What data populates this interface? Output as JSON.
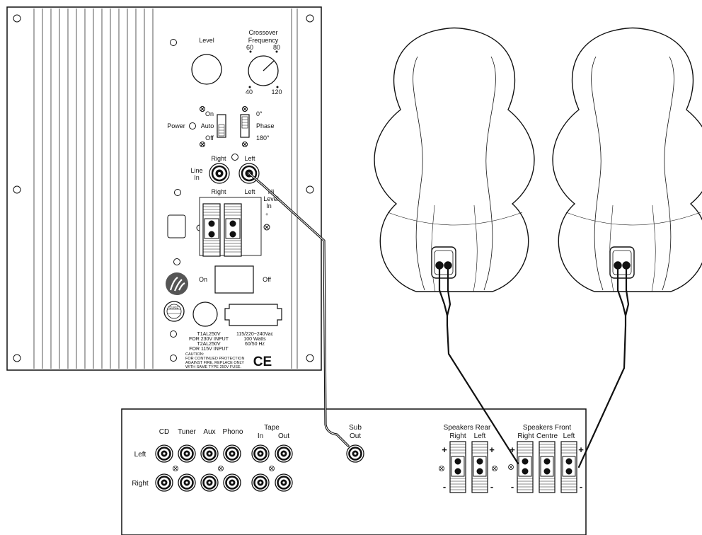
{
  "subwoofer_panel": {
    "level_label": "Level",
    "crossover_label_1": "Crossover",
    "crossover_label_2": "Frequency",
    "crossover_ticks": [
      "60",
      "80",
      "40",
      "120"
    ],
    "power_label": "Power",
    "power_positions": [
      "On",
      "Auto",
      "Off"
    ],
    "phase_positions": [
      "0°",
      "Phase",
      "180°"
    ],
    "line_in_label_1": "Line",
    "line_in_label_2": "In",
    "rca_top_labels": [
      "Right",
      "Left"
    ],
    "rca_bottom_labels": [
      "Right",
      "Left"
    ],
    "hilevel_label_1": "Hi",
    "hilevel_label_2": "Level",
    "hilevel_label_3": "In",
    "plus_sign": "+",
    "switch_on_label": "On",
    "switch_off_label": "Off",
    "fuse_label": "FUSE",
    "fuse_text": [
      "T1AL250V",
      "FOR 230V INPUT",
      "T2AL250V",
      "FOR 115V INPUT"
    ],
    "voltage_text": [
      "115/220~240Vac",
      "100 Watts",
      "60/50 Hz"
    ],
    "caution_text": [
      "CAUTION:",
      "FOR CONTINUED PROTECTION",
      "AGAINST FIRE, REPLACE ONLY",
      "WITH SAME TYPE 250V FUSE."
    ],
    "ce_mark": "CE"
  },
  "amplifier": {
    "inputs": [
      "CD",
      "Tuner",
      "Aux",
      "Phono"
    ],
    "tape_label": "Tape",
    "tape_in": "In",
    "tape_out": "Out",
    "row_left": "Left",
    "row_right": "Right",
    "sub_out_1": "Sub",
    "sub_out_2": "Out",
    "speakers_rear_title": "Speakers Rear",
    "speakers_rear_channels": [
      "Right",
      "Left"
    ],
    "speakers_front_title": "Speakers Front",
    "speakers_front_channels": [
      "Right",
      "Centre",
      "Left"
    ],
    "plus_sign": "+",
    "minus_sign": "-"
  },
  "colors": {
    "line": "#111111",
    "cable": "#111111",
    "panel": "#ffffff"
  }
}
